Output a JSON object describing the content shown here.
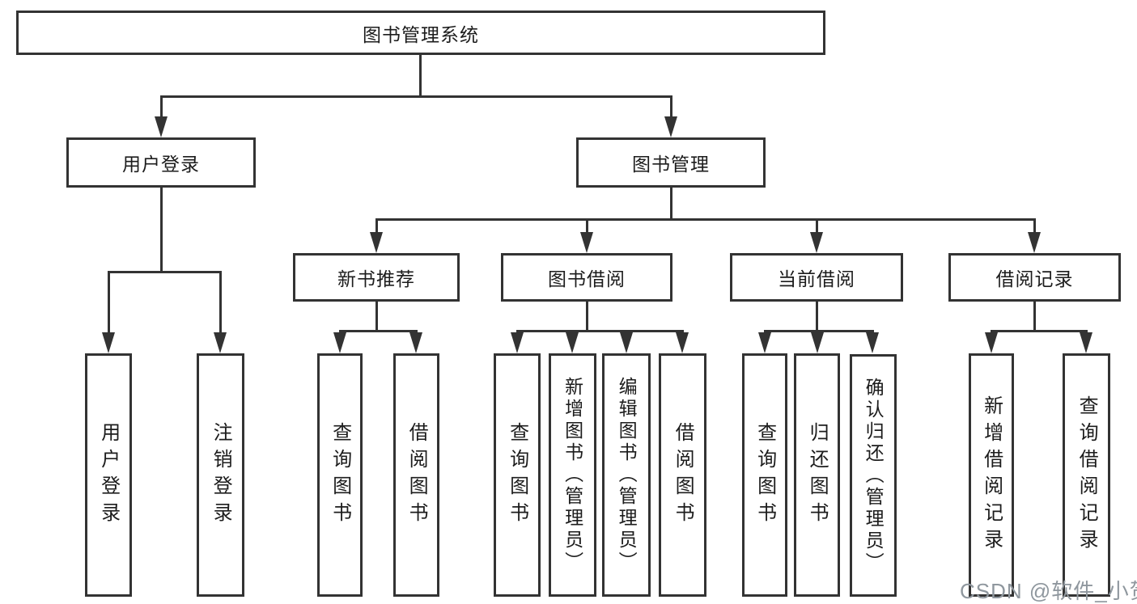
{
  "diagram": {
    "title": "图书管理系统",
    "user_login": {
      "label": "用户登录",
      "children": [
        "用户登录",
        "注销登录"
      ]
    },
    "book_mgmt": {
      "label": "图书管理",
      "sections": [
        {
          "label": "新书推荐",
          "children": [
            "查询图书",
            "借阅图书"
          ]
        },
        {
          "label": "图书借阅",
          "children": [
            "查询图书",
            "新增图书（管理员）",
            "编辑图书（管理员）",
            "借阅图书"
          ]
        },
        {
          "label": "当前借阅",
          "children": [
            "查询图书",
            "归还图书",
            "确认归还（管理员）"
          ]
        },
        {
          "label": "借阅记录",
          "children": [
            "新增借阅记录",
            "查询借阅记录"
          ]
        }
      ]
    },
    "watermark": "CSDN @软件_小贺同学",
    "colors": {
      "line": "#333333",
      "text": "#1c1c1c",
      "watermark": "#8f979e",
      "background": "#ffffff"
    }
  }
}
